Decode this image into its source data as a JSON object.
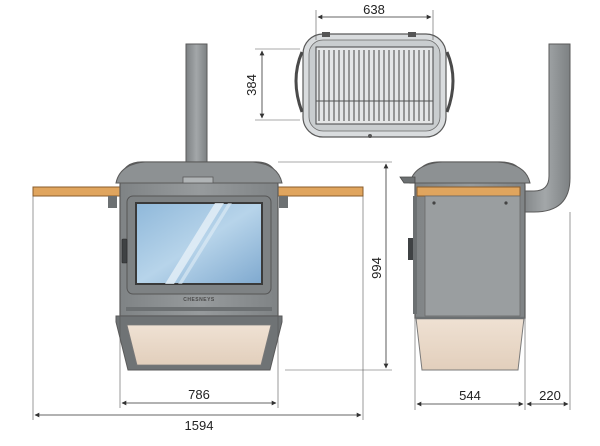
{
  "diagram": {
    "dimensions": {
      "top_width": "638",
      "top_depth": "384",
      "height": "994",
      "front_body_width": "786",
      "overall_width": "1594",
      "side_depth": "544",
      "flue_offset": "220"
    },
    "front_view": {
      "brand_plate": "CHESNEYS"
    },
    "colors": {
      "body": "#8f9395",
      "body_dark": "#6c7072",
      "wood": "#e0a55e",
      "glass": "#9cc3e0",
      "base_panel": "#e8d7c6",
      "outline": "#5a5a5a"
    }
  }
}
